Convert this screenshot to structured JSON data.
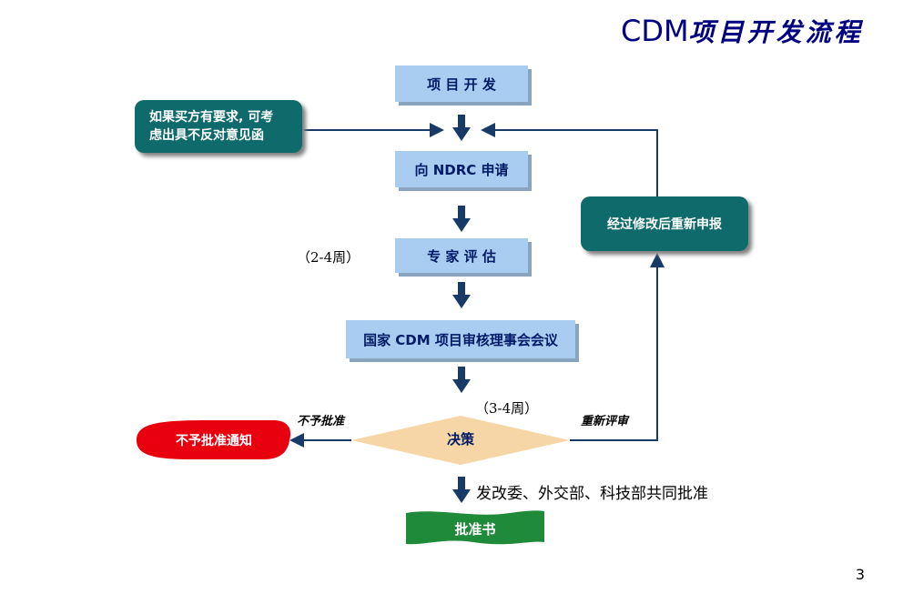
{
  "title": {
    "latin": "CDM",
    "cjk": "项目开发流程"
  },
  "nodes": {
    "project_dev": "项 目 开 发",
    "buyer_note_line1": "如果买方有要求, 可考",
    "buyer_note_line2": "虑出具不反对意见函",
    "ndrc_apply": "向 NDRC 申请",
    "expert_review": "专 家 评 估",
    "board_meeting": "国家 CDM 项目审核理事会会议",
    "decision": "决策",
    "reject_notice": "不予批准通知",
    "resubmit": "经过修改后重新申报",
    "approval_letter": "批准书"
  },
  "notes": {
    "expert_duration": "（2-4周）",
    "decision_duration": "（3-4周）",
    "joint_approval": "发改委、外交部、科技部共同批准"
  },
  "edges": {
    "reject": "不予批准",
    "rereview": "重新评审"
  },
  "page_number": "3",
  "colors": {
    "title": "#000080",
    "box_blue": "#a9cdf1",
    "teal": "#0f6b6b",
    "red": "#e8000e",
    "green": "#1f8a3a",
    "diamond": "#f6d6a6",
    "arrow": "#173b66"
  }
}
